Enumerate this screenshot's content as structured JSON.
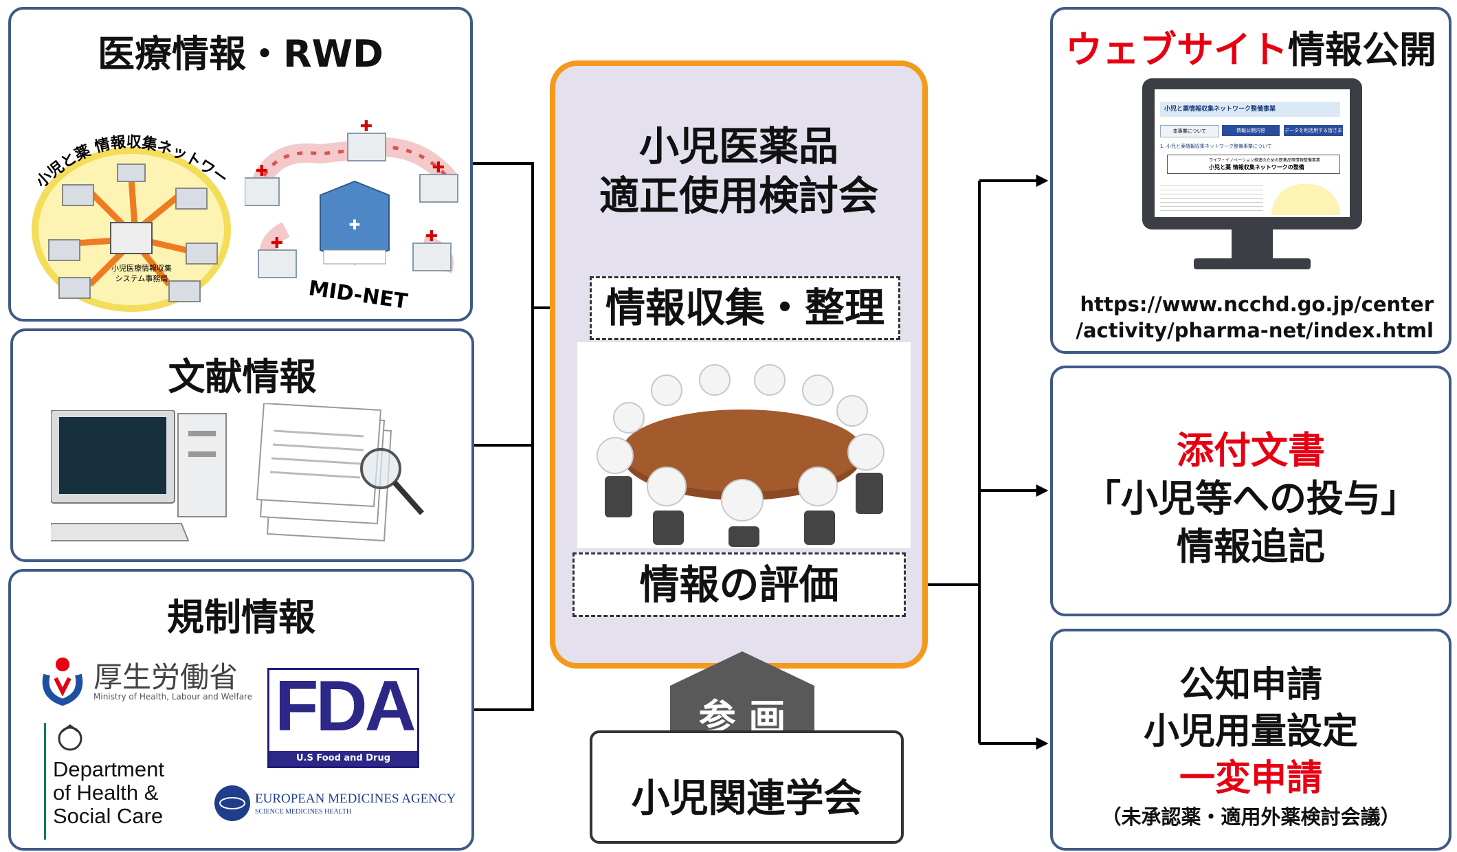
{
  "left": {
    "medical": {
      "title": "医療情報・RWD",
      "network_label": "小児と薬 情報収集ネットワーク",
      "office_label_1": "小児医療情報収集",
      "office_label_2": "システム事務局",
      "midnet_label": "MID-NET"
    },
    "literature": {
      "title": "文献情報"
    },
    "regulatory": {
      "title": "規制情報",
      "mhlw_jp": "厚生労働省",
      "mhlw_en": "Ministry of Health, Labour and Welfare",
      "fda_logo": "FDA",
      "fda_sub": "U.S Food and Drug Administration",
      "dhsc": [
        "Department",
        "of Health &",
        "Social Care"
      ],
      "ema_name": "EUROPEAN MEDICINES AGENCY",
      "ema_sub": "SCIENCE  MEDICINES  HEALTH"
    }
  },
  "center": {
    "title_line1": "小児医薬品",
    "title_line2": "適正使用検討会",
    "collect_label": "情報収集・整理",
    "evaluate_label": "情報の評価",
    "participate_label": "参 画",
    "society_label": "小児関連学会"
  },
  "right": {
    "website": {
      "title_red": "ウェブサイト",
      "title_black": "情報公開",
      "url_line1": "https://www.ncchd.go.jp/center",
      "url_line2": "/activity/pharma-net/index.html",
      "screen_header": "小児と薬情報収集ネットワーク整備事業",
      "screen_tabs": [
        "本事業について",
        "情報公開内容",
        "データを利活用する皆さまへ"
      ],
      "screen_section": "1. 小児と薬情報収集ネットワーク整備事業について",
      "screen_banner_1": "ライフ・イノベーション推進のための医薬品等情報整備事業",
      "screen_banner_2": "小児と薬 情報収集ネットワークの整備"
    },
    "label": {
      "line1": "添付文書",
      "line2": "「小児等への投与」",
      "line3": "情報追記"
    },
    "application": {
      "line1": "公知申請",
      "line2": "小児用量設定",
      "line3": "一変申請",
      "line4": "（未承認薬・適用外薬検討会議）"
    }
  },
  "colors": {
    "box_border": "#3f5a86",
    "center_border": "#f39a1c",
    "center_fill": "#e4e0ee",
    "accent_red": "#e60012"
  }
}
